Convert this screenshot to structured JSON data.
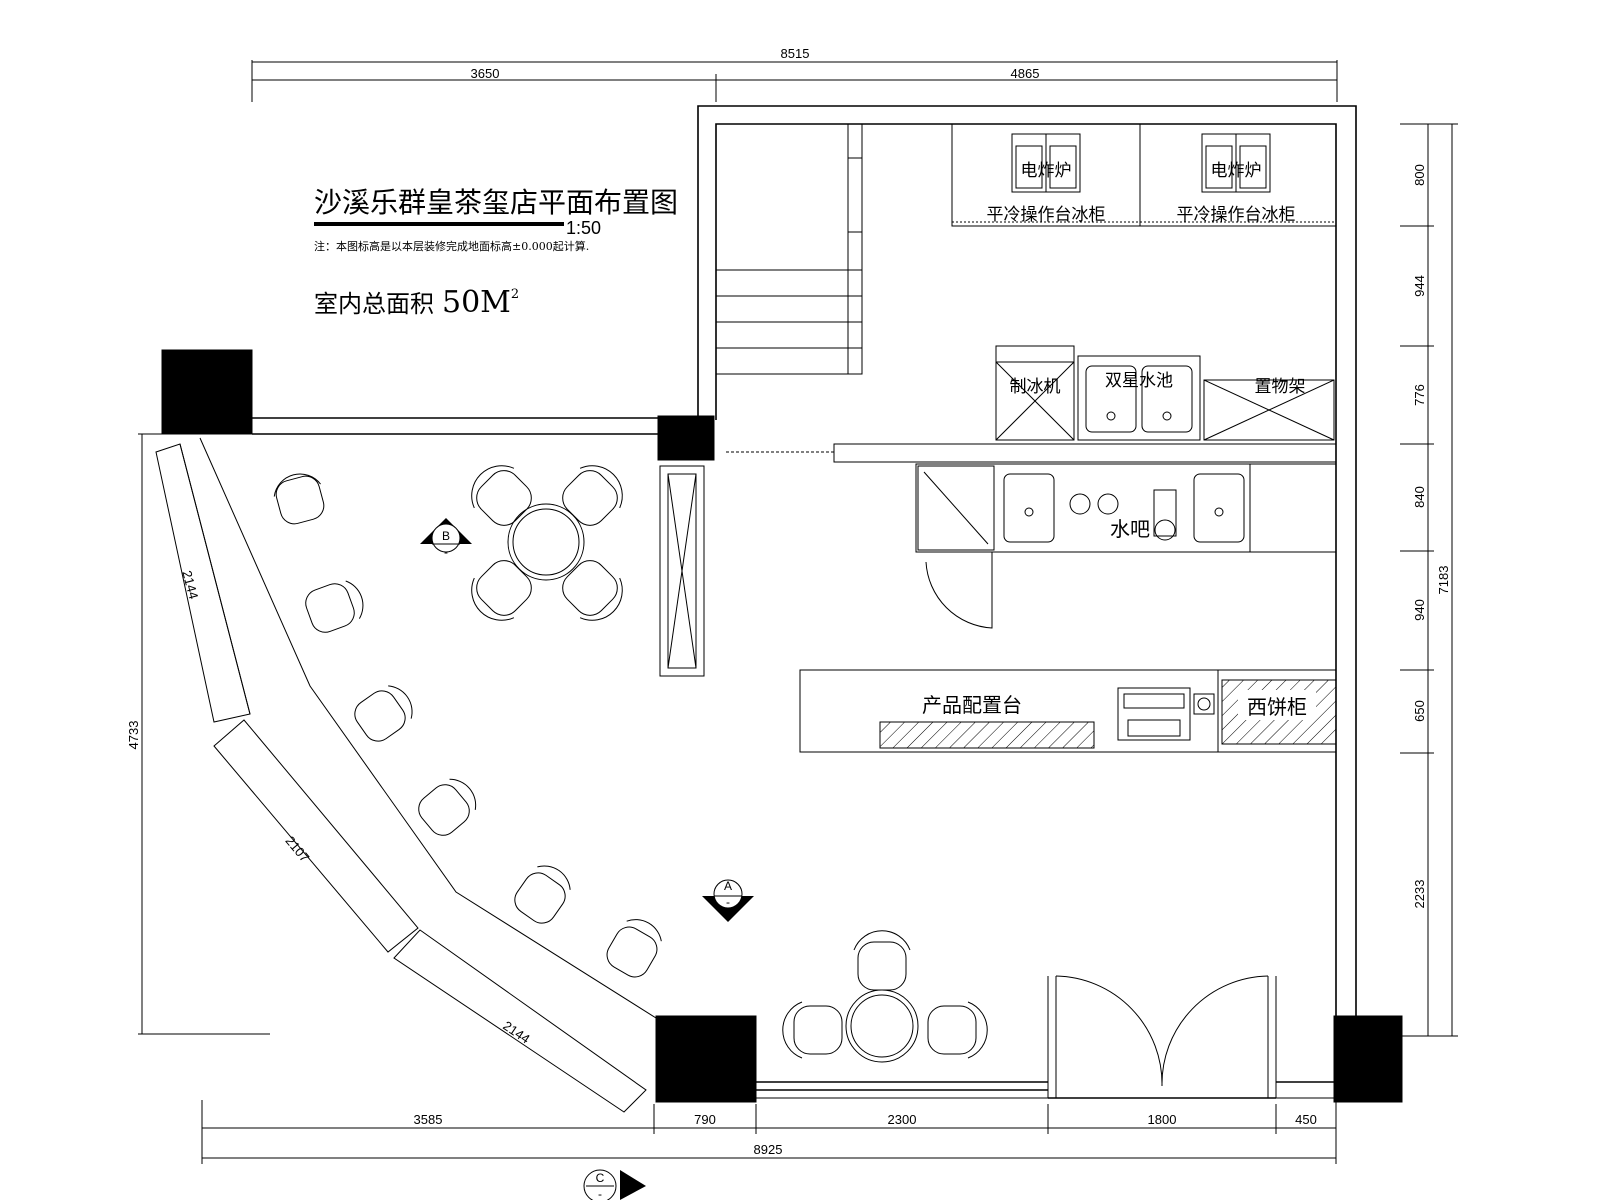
{
  "title": "沙溪乐群皇茶玺店平面布置图",
  "scale": "1:50",
  "note": "注：本图标高是以本层装修完成地面标高±0.000起计算.",
  "area": {
    "label": "室内总面积",
    "value": "50M",
    "sup": "2"
  },
  "dimensions": {
    "top_total": "8515",
    "top_left": "3650",
    "top_right": "4865",
    "right_total": "7183",
    "right_segments": [
      "800",
      "944",
      "776",
      "840",
      "940",
      "650",
      "2233"
    ],
    "left_total": "4733",
    "bottom_total": "8925",
    "bottom_segments": [
      "3585",
      "790",
      "2300",
      "1800",
      "450"
    ],
    "bench_segments": [
      "2144",
      "2107",
      "2144"
    ]
  },
  "labels": {
    "fryer1": "电炸炉",
    "fryer2": "电炸炉",
    "fridge1": "平冷操作台冰柜",
    "fridge2": "平冷操作台冰柜",
    "ice_machine": "制冰机",
    "double_sink": "双星水池",
    "shelf": "置物架",
    "water_bar": "水吧",
    "product_station": "产品配置台",
    "cake_cabinet": "西饼柜"
  },
  "section_marks": {
    "a": "A",
    "b": "B",
    "c": "C",
    "sub": "-"
  }
}
